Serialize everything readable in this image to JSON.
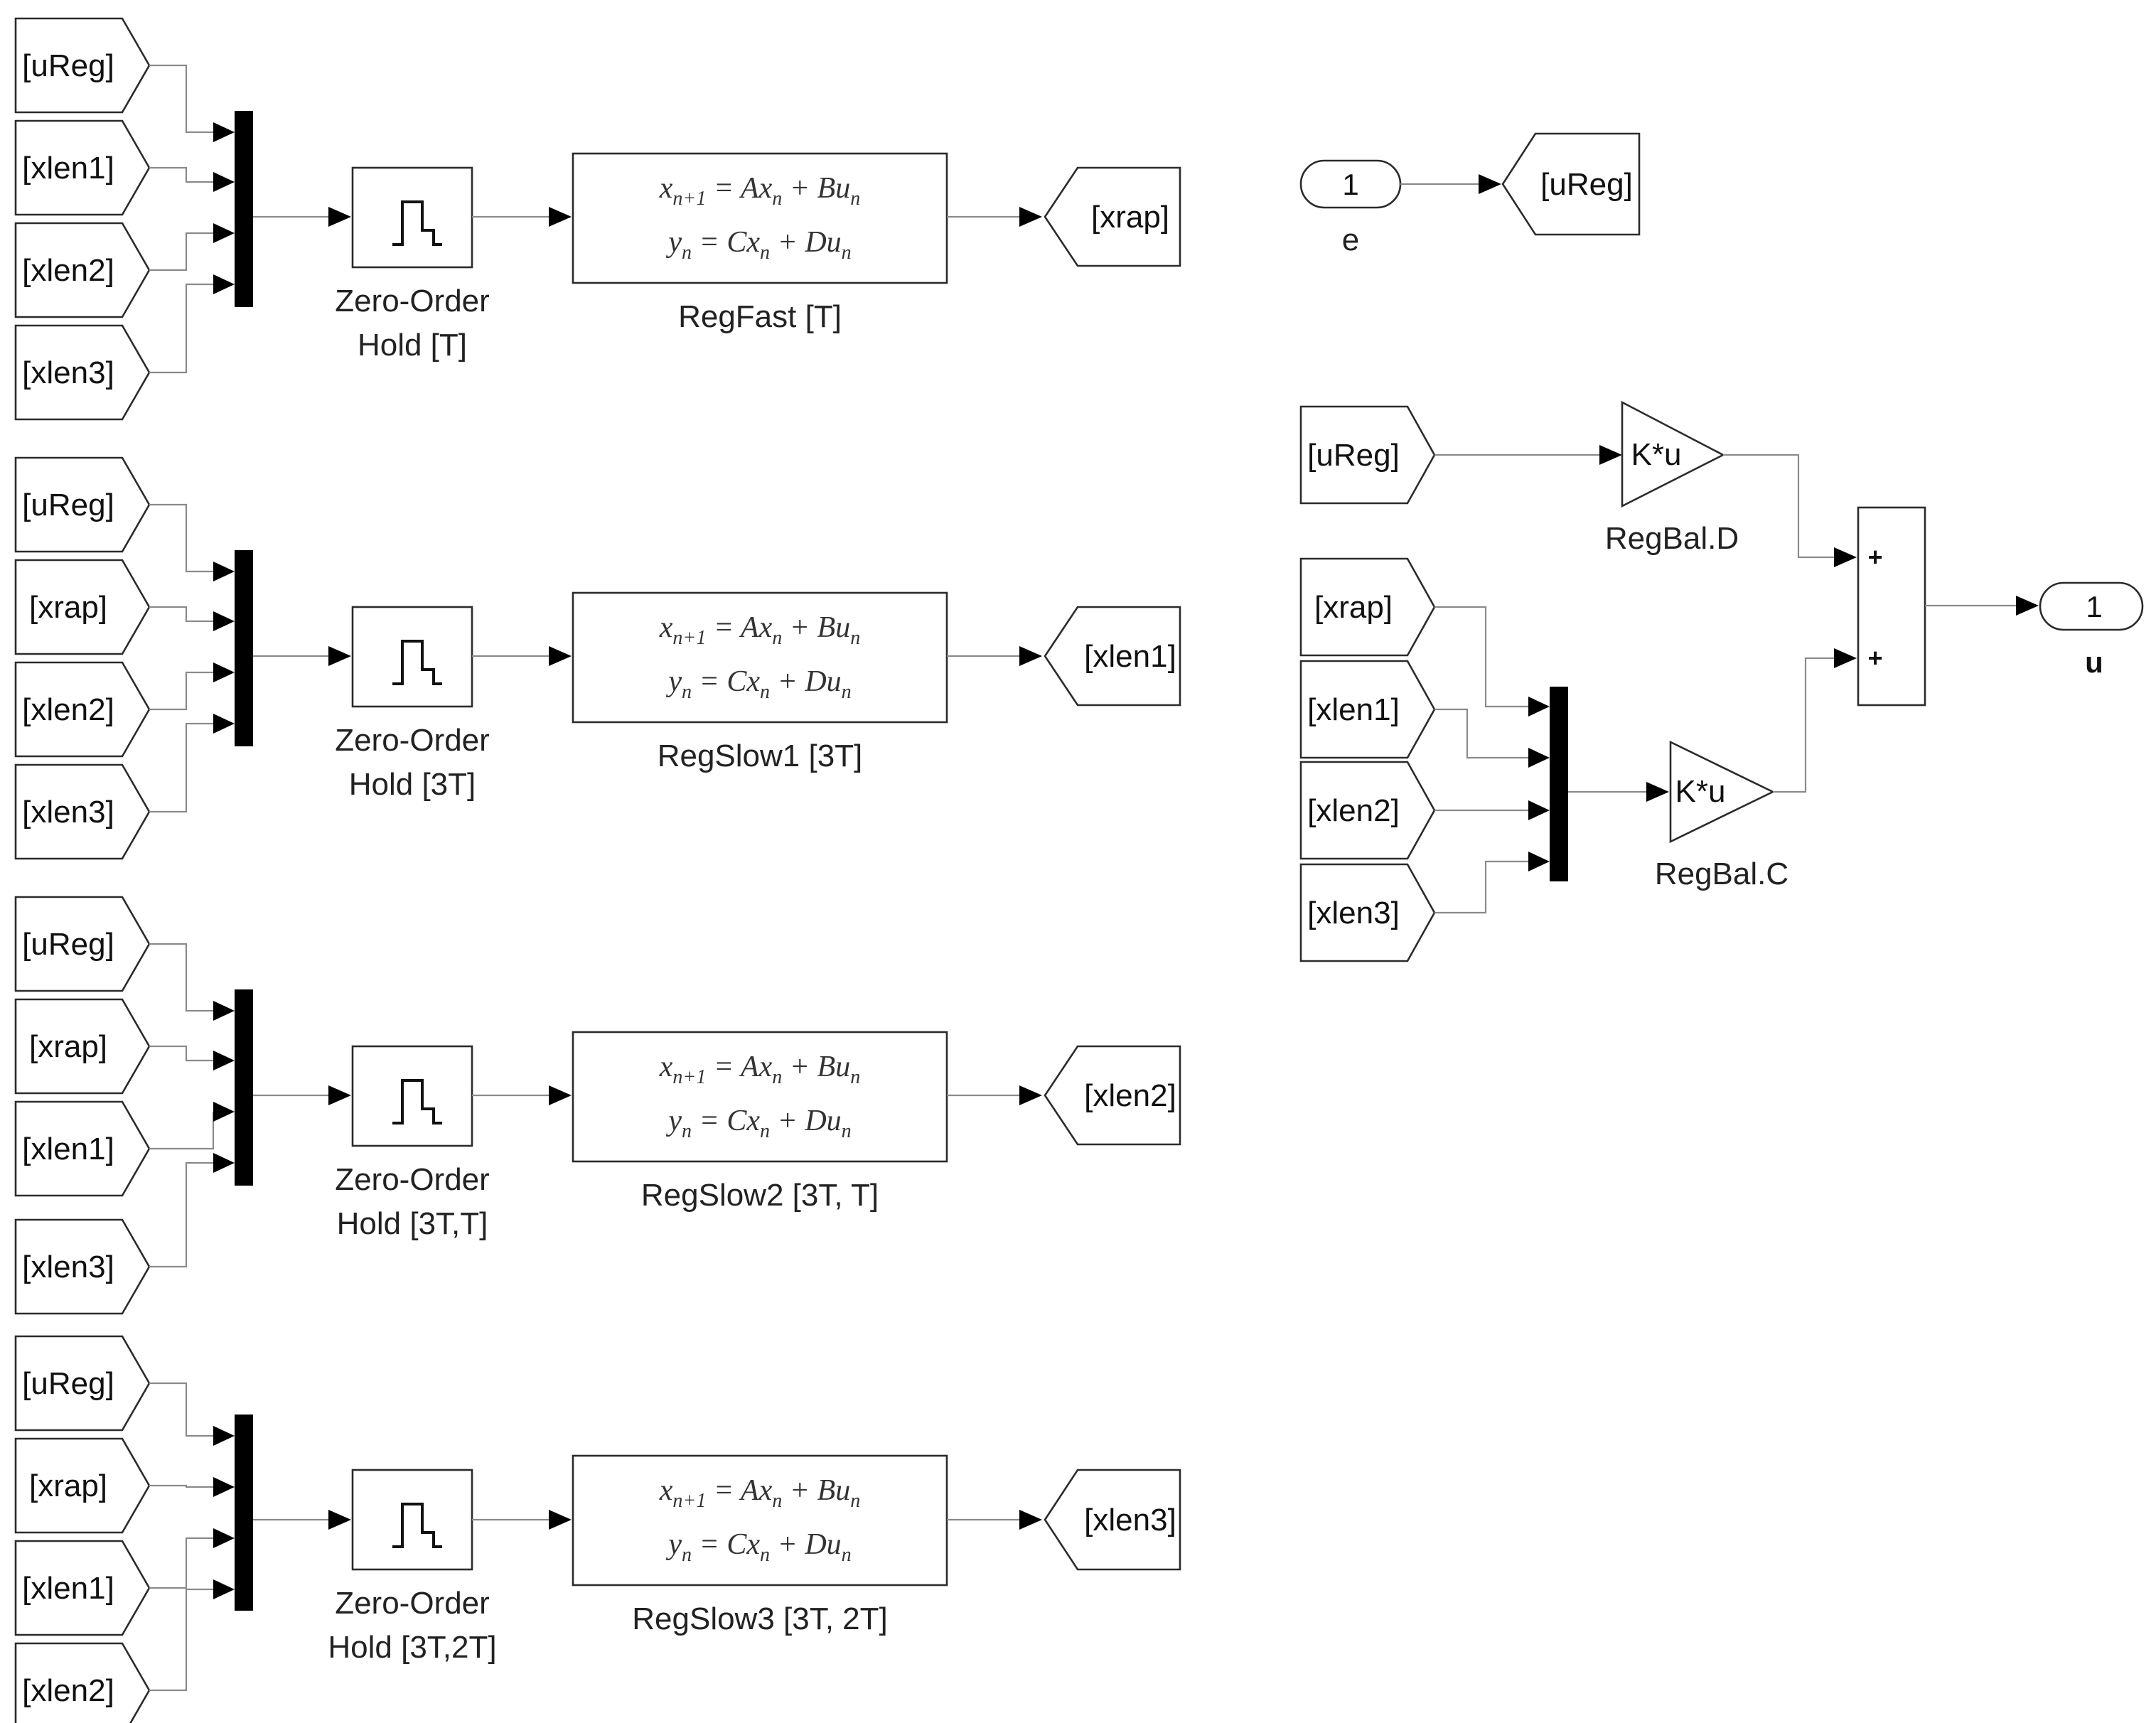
{
  "groups": [
    {
      "inputs": [
        "[uReg]",
        "[xlen1]",
        "[xlen2]",
        "[xlen3]"
      ],
      "zoh_label": [
        "Zero-Order",
        "Hold [T]"
      ],
      "ss_eq1": "x_{n+1} = Ax_n + Bu_n",
      "ss_eq2": "y_n = Cx_n + Du_n",
      "ss_label": "RegFast [T]",
      "output": "[xrap]"
    },
    {
      "inputs": [
        "[uReg]",
        "[xrap]",
        "[xlen2]",
        "[xlen3]"
      ],
      "zoh_label": [
        "Zero-Order",
        "Hold [3T]"
      ],
      "ss_eq1": "x_{n+1} = Ax_n + Bu_n",
      "ss_eq2": "y_n = Cx_n + Du_n",
      "ss_label": "RegSlow1 [3T]",
      "output": "[xlen1]"
    },
    {
      "inputs": [
        "[uReg]",
        "[xrap]",
        "[xlen1]",
        "[xlen3]"
      ],
      "zoh_label": [
        "Zero-Order",
        "Hold [3T,T]"
      ],
      "ss_eq1": "x_{n+1} = Ax_n + Bu_n",
      "ss_eq2": "y_n = Cx_n + Du_n",
      "ss_label": "RegSlow2 [3T, T]",
      "output": "[xlen2]"
    },
    {
      "inputs": [
        "[uReg]",
        "[xrap]",
        "[xlen1]",
        "[xlen2]"
      ],
      "zoh_label": [
        "Zero-Order",
        "Hold [3T,2T]"
      ],
      "ss_eq1": "x_{n+1} = Ax_n + Bu_n",
      "ss_eq2": "y_n = Cx_n + Du_n",
      "ss_label": "RegSlow3 [3T, 2T]",
      "output": "[xlen3]"
    }
  ],
  "inport": {
    "number": "1",
    "name": "e",
    "goto_tag": "[uReg]"
  },
  "gain_d": {
    "from_tag": "[uReg]",
    "text": "K*u",
    "label": "RegBal.D"
  },
  "gain_c": {
    "from_tags": [
      "[xrap]",
      "[xlen1]",
      "[xlen2]",
      "[xlen3]"
    ],
    "text": "K*u",
    "label": "RegBal.C"
  },
  "sum": {
    "signs": [
      "+",
      "+"
    ]
  },
  "outport": {
    "number": "1",
    "name": "u"
  },
  "colors": {
    "block_stroke": "#2b2b2b",
    "wire": "#8a8a8a",
    "arrow": "#000000"
  }
}
